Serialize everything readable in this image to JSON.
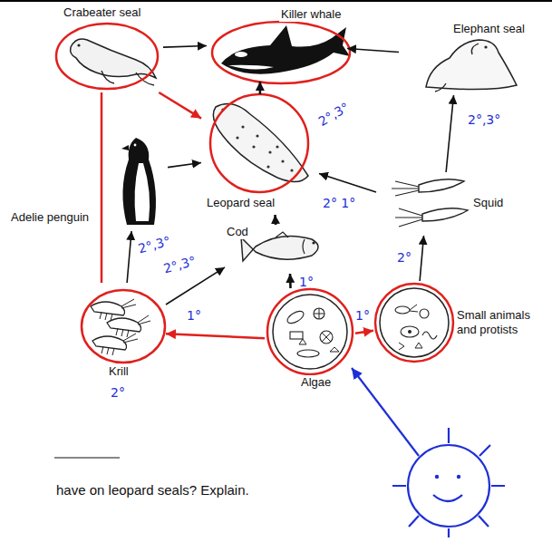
{
  "diagram": {
    "nodes": [
      {
        "text": [
          "Crabeater seal"
        ]
      },
      {
        "text": [
          "Killer whale"
        ]
      },
      {
        "text": [
          "Elephant seal"
        ]
      },
      {
        "text": [
          "Adelie penguin"
        ]
      },
      {
        "text": [
          "Leopard seal"
        ]
      },
      {
        "text": [
          "Squid"
        ]
      },
      {
        "text": [
          "Cod"
        ]
      },
      {
        "text": [
          "Krill"
        ]
      },
      {
        "text": [
          "Small animals and protists"
        ]
      },
      {
        "text": [
          "Algae"
        ]
      }
    ],
    "edges": [
      {
        "from": 0,
        "to": 1,
        "arrow": "to"
      },
      {
        "from": 2,
        "to": 1,
        "arrow": "to"
      },
      {
        "from": 4,
        "to": 1,
        "arrow": "to"
      },
      {
        "from": 3,
        "to": 4,
        "arrow": "to"
      },
      {
        "from": 5,
        "to": 4,
        "arrow": "to"
      },
      {
        "from": 5,
        "to": 2,
        "arrow": "to"
      },
      {
        "from": 6,
        "to": 4,
        "arrow": "to"
      },
      {
        "from": 9,
        "to": 6,
        "arrow": "to"
      },
      {
        "from": 9,
        "to": 7,
        "arrow": "to"
      },
      {
        "from": 9,
        "to": 8,
        "arrow": "to"
      },
      {
        "from": 8,
        "to": 5,
        "arrow": "to"
      },
      {
        "from": 7,
        "to": 3,
        "arrow": "to"
      },
      {
        "from": 7,
        "to": 6,
        "arrow": "to"
      },
      {
        "from": 0,
        "to": 7,
        "arrow": "none"
      },
      {
        "from": 0,
        "to": 4,
        "arrow": "to"
      }
    ],
    "labels": [
      "2°,3°",
      "2° 1°",
      "2°,3°",
      "2°",
      "1°",
      "2°,3°",
      "2°,3°",
      "1°",
      "1°",
      "2°",
      "have on leopard seals? Explain."
    ]
  }
}
